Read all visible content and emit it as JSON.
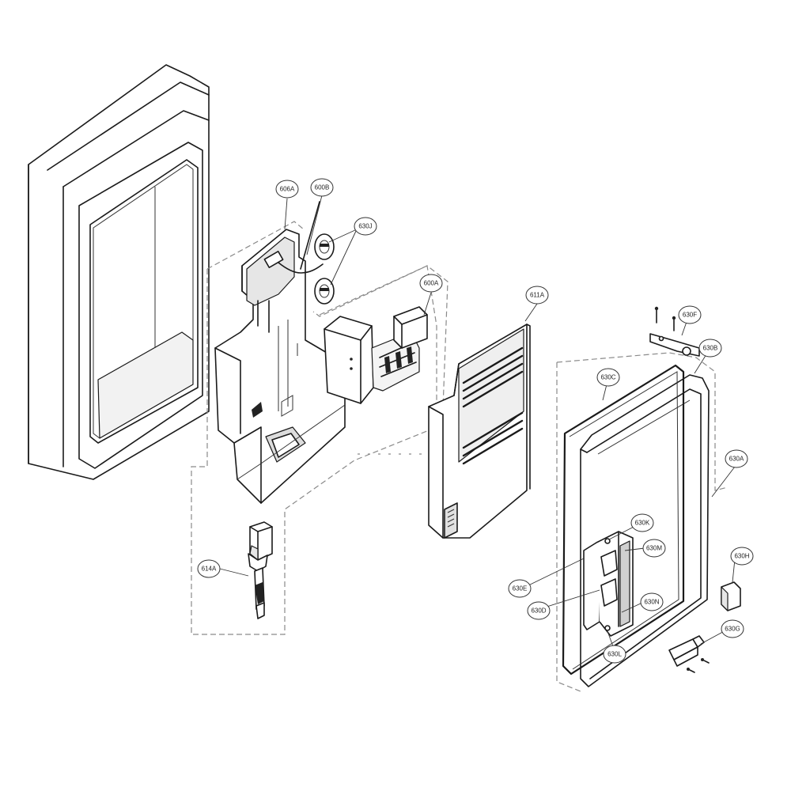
{
  "callouts": [
    {
      "id": "606A",
      "label": "606A"
    },
    {
      "id": "600B",
      "label": "600B"
    },
    {
      "id": "630J",
      "label": "630J"
    },
    {
      "id": "600A",
      "label": "600A"
    },
    {
      "id": "611A",
      "label": "611A"
    },
    {
      "id": "630F",
      "label": "630F"
    },
    {
      "id": "630B",
      "label": "630B"
    },
    {
      "id": "630C",
      "label": "630C"
    },
    {
      "id": "630A",
      "label": "630A"
    },
    {
      "id": "630K",
      "label": "630K"
    },
    {
      "id": "630M",
      "label": "630M"
    },
    {
      "id": "630E",
      "label": "630E"
    },
    {
      "id": "630D",
      "label": "630D"
    },
    {
      "id": "630N",
      "label": "630N"
    },
    {
      "id": "630L",
      "label": "630L"
    },
    {
      "id": "630H",
      "label": "630H"
    },
    {
      "id": "630G",
      "label": "630G"
    },
    {
      "id": "614A",
      "label": "614A"
    }
  ]
}
